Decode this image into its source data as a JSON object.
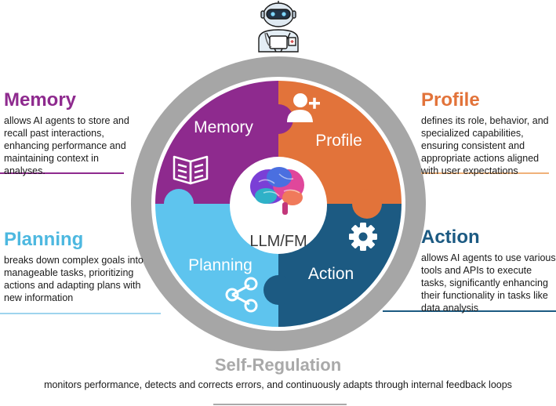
{
  "segments": {
    "memory": {
      "label": "Memory",
      "color": "#8e2a8e"
    },
    "profile": {
      "label": "Profile",
      "color": "#e2733a"
    },
    "planning": {
      "label": "Planning",
      "color": "#5ec4ee"
    },
    "action": {
      "label": "Action",
      "color": "#1c5a82"
    }
  },
  "center": {
    "label": "LLM/FM"
  },
  "ring": {
    "color": "#a6a6a6"
  },
  "annotations": {
    "memory": {
      "title": "Memory",
      "description": "allows AI agents to store and recall past interactions, enhancing performance and maintaining context in analyses."
    },
    "profile": {
      "title": "Profile",
      "description": "defines its role, behavior, and specialized capabilities, ensuring consistent and appropriate actions aligned with user expectations"
    },
    "planning": {
      "title": "Planning",
      "description": "breaks down complex goals into manageable tasks, prioritizing actions and adapting plans with new information"
    },
    "action": {
      "title": "Action",
      "description": "allows AI agents to use various tools and APIs to execute tasks, significantly enhancing their functionality in tasks like data analysis"
    },
    "self_regulation": {
      "title": "Self-Regulation",
      "description": "monitors performance, detects and corrects errors, and continuously adapts through internal feedback loops"
    }
  },
  "icons": [
    "robot-doctor-icon",
    "book-icon",
    "add-user-icon",
    "gear-icon",
    "share-icon",
    "brain-icon"
  ]
}
